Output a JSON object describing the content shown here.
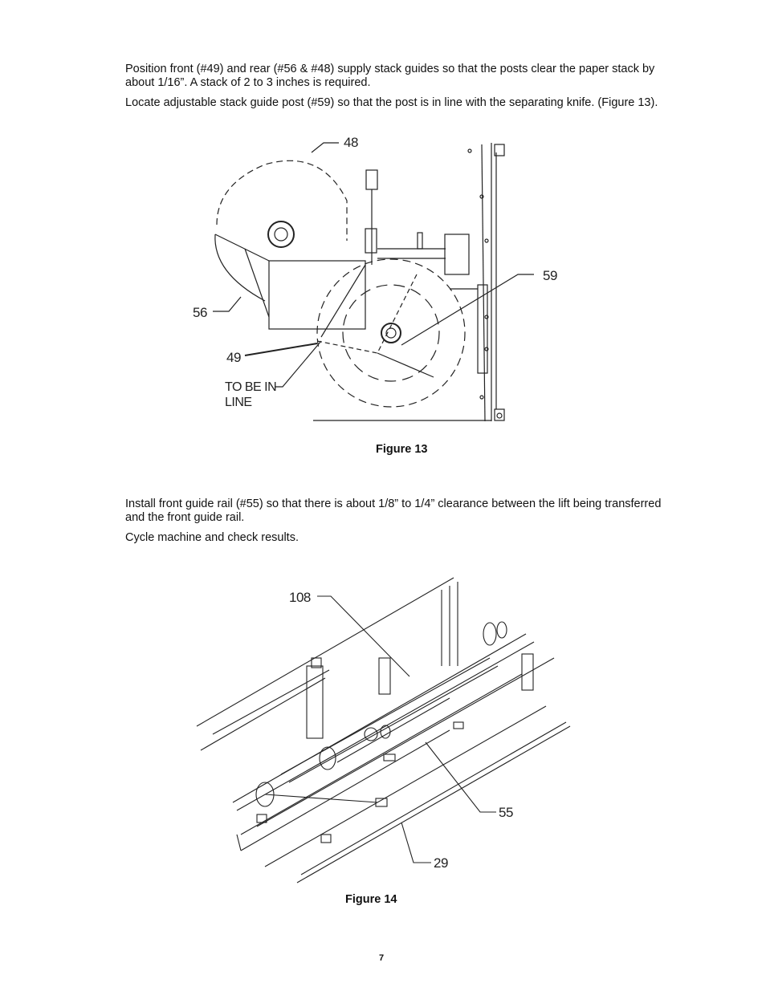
{
  "paragraphs": {
    "p1": "Position front (#49) and rear (#56 & #48) supply stack guides so that the posts clear the paper stack by about 1/16”. A stack of 2 to 3 inches is required.",
    "p2": "Locate adjustable stack guide post (#59) so that the post is in line with the separating knife. (Figure 13).",
    "p3": "Install front guide rail (#55) so that there is about 1/8” to 1/4” clearance between the lift being transferred and the front guide rail.",
    "p4": "Cycle machine and check results."
  },
  "figure13": {
    "caption": "Figure 13",
    "callouts": {
      "c48": "48",
      "c59": "59",
      "c56": "56",
      "c49": "49",
      "inline_1": "TO BE IN",
      "inline_2": "LINE"
    }
  },
  "figure14": {
    "caption": "Figure 14",
    "callouts": {
      "c108": "108",
      "c55": "55",
      "c29": "29"
    }
  },
  "page_number": "7"
}
